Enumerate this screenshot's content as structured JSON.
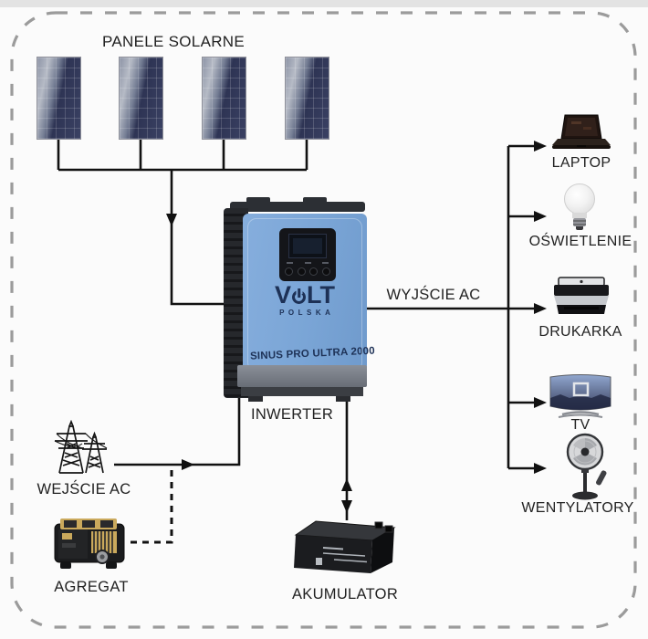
{
  "diagram": {
    "title": "PANELE SOLARNE",
    "inverter": {
      "label": "INWERTER",
      "brand_v": "V",
      "brand_lt": "LT",
      "brand_sub": "POLSKA",
      "model": "SINUS PRO ULTRA 2000"
    },
    "ac_input": {
      "label": "WEJŚCIE AC",
      "icon": "power-towers-icon"
    },
    "ac_output": {
      "label": "WYJŚCIE AC"
    },
    "generator": {
      "label": "AGREGAT",
      "icon": "generator-icon"
    },
    "battery": {
      "label": "AKUMULATOR",
      "icon": "battery-icon"
    },
    "solar_panels": {
      "count": 4,
      "icon": "solar-panel-icon"
    },
    "devices": [
      {
        "label": "LAPTOP",
        "icon": "laptop-icon"
      },
      {
        "label": "OŚWIETLENIE",
        "icon": "lightbulb-icon"
      },
      {
        "label": "DRUKARKA",
        "icon": "printer-icon"
      },
      {
        "label": "TV",
        "icon": "tv-icon"
      },
      {
        "label": "WENTYLATORY",
        "icon": "fan-icon"
      }
    ],
    "colors": {
      "inverter_blue": "#7AA5D6",
      "panel_navy": "#333A58",
      "logo_navy": "#1D3156",
      "line_black": "#111111",
      "dashed_border_gray": "#9B9B9B",
      "generator_gold": "#CAA95C",
      "background": "#FBFBFB"
    }
  }
}
